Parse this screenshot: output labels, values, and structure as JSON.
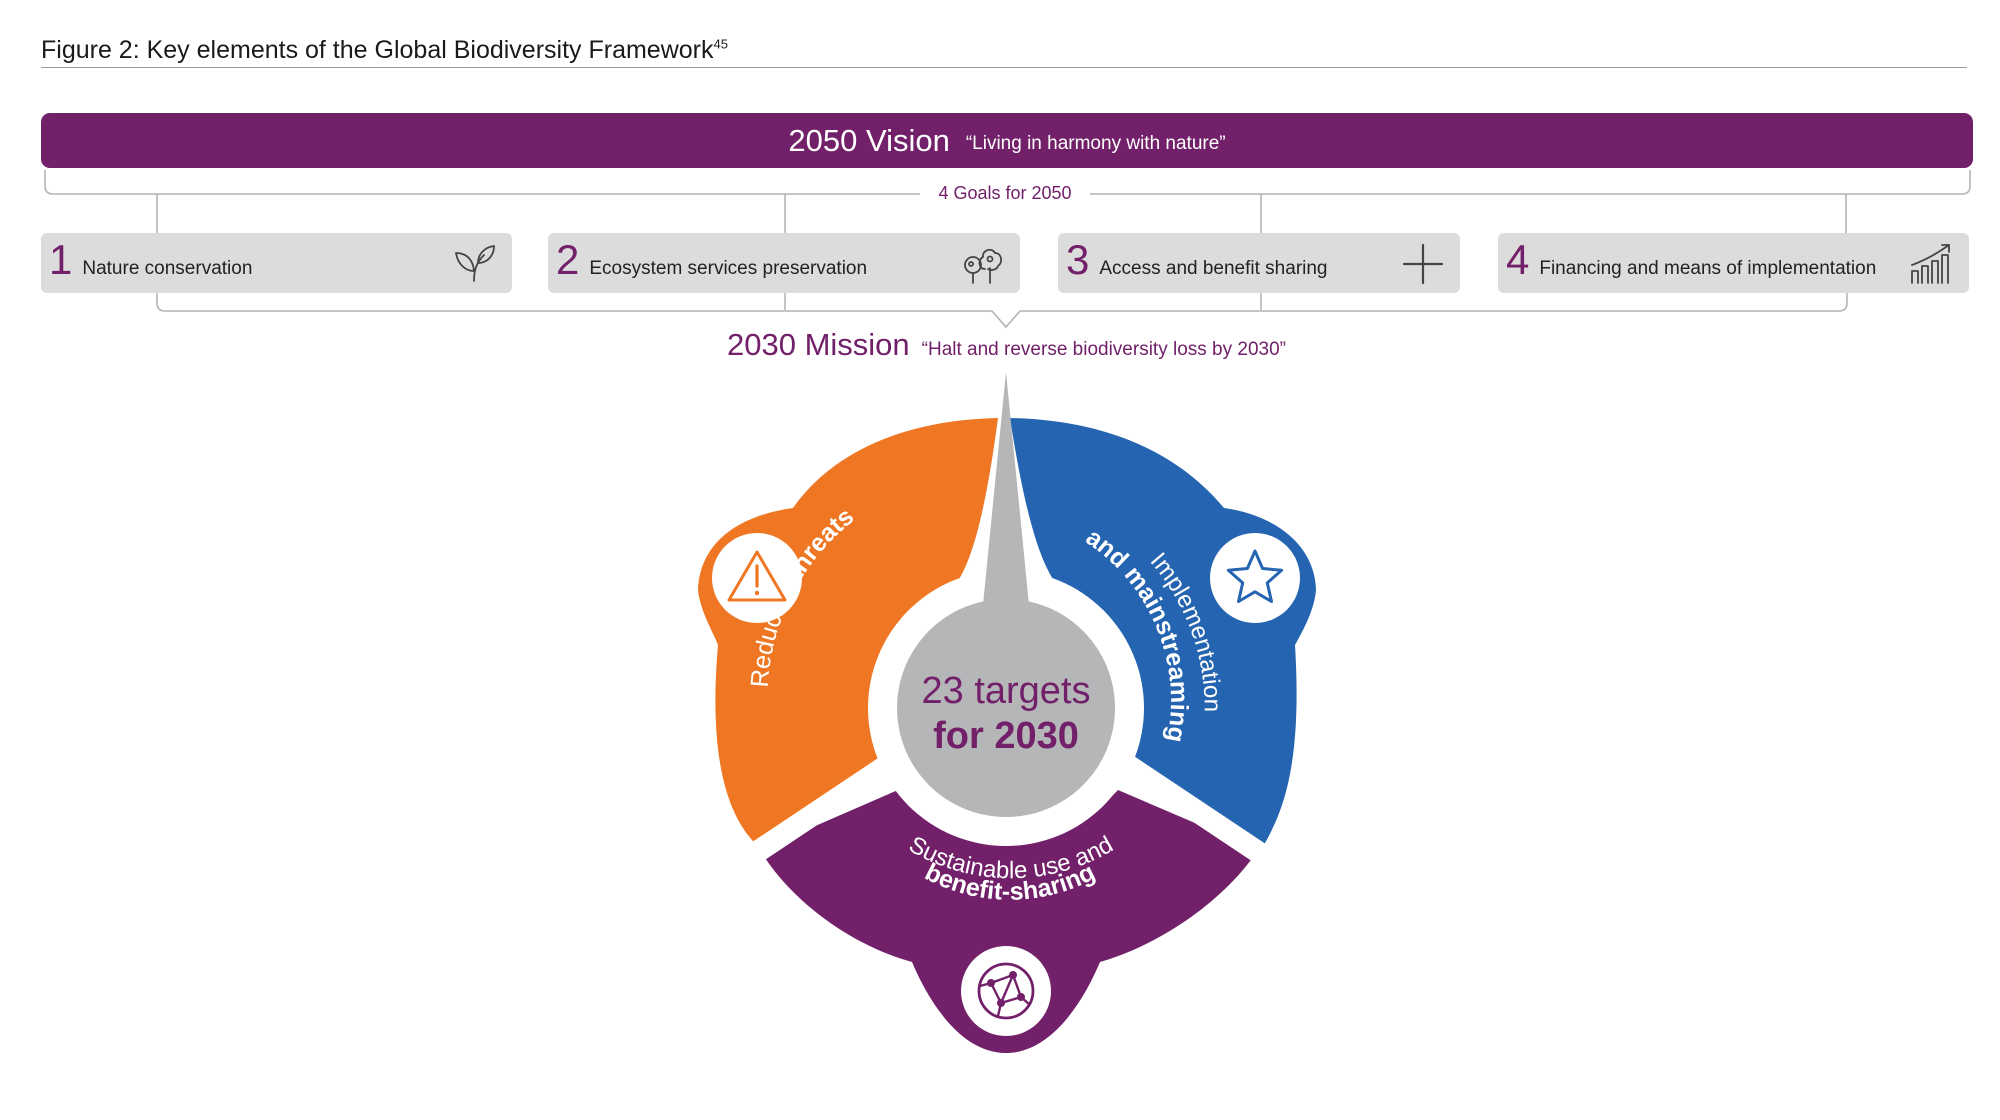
{
  "figure": {
    "title": "Figure 2: Key elements of the Global Biodiversity Framework",
    "footnote": "45"
  },
  "vision": {
    "label": "2050 Vision",
    "quote": "“Living in harmony with nature”"
  },
  "goals": {
    "caption": "4 Goals for 2050",
    "items": [
      {
        "number": "1",
        "label": "Nature conservation",
        "icon": "sprout-icon"
      },
      {
        "number": "2",
        "label": "Ecosystem services preservation",
        "icon": "trees-icon"
      },
      {
        "number": "3",
        "label": "Access and benefit sharing",
        "icon": "plus-icon"
      },
      {
        "number": "4",
        "label": "Financing and means of implementation",
        "icon": "bar-chart-trend-icon"
      }
    ]
  },
  "mission": {
    "label": "2030 Mission",
    "quote": "“Halt and reverse biodiversity loss by 2030”"
  },
  "wheel": {
    "center_line1": "23 targets",
    "center_line2": "for 2030",
    "segments": [
      {
        "line1": "Reducing",
        "line2": "threats",
        "color": "#ef7623",
        "icon": "warning-triangle-icon"
      },
      {
        "line1": "Implementation",
        "line2": "and mainstreaming",
        "color": "#2464b0",
        "icon": "star-icon"
      },
      {
        "line1": "Sustainable use and",
        "line2": "benefit-sharing",
        "color": "#722069",
        "icon": "network-globe-icon"
      }
    ]
  },
  "colors": {
    "purple": "#722069",
    "orange": "#ef7623",
    "blue": "#2464b0",
    "grey_box": "#dcdcdc",
    "center_grey": "#b5b6b7"
  }
}
